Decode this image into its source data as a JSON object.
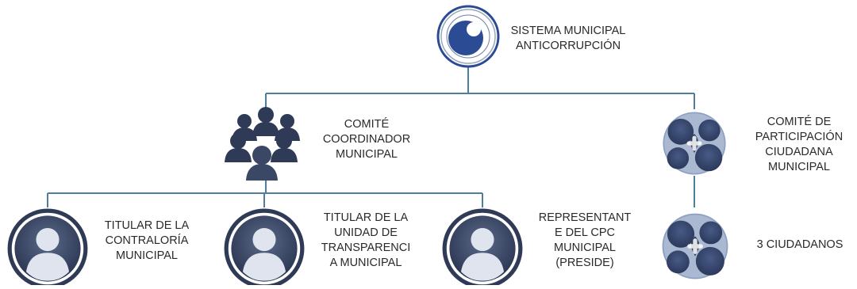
{
  "root": {
    "label": [
      "SISTEMA MUNICIPAL",
      "ANTICORRUPCIÓN"
    ],
    "icon": "eye-icon"
  },
  "committee": {
    "label": [
      "COMITÉ",
      "COORDINADOR",
      "MUNICIPAL"
    ],
    "icon": "group-icon"
  },
  "cpc": {
    "label": [
      "COMITÉ DE",
      "PARTICIPACIÓN",
      "CIUDADANA",
      "MUNICIPAL"
    ],
    "icon": "participation-icon"
  },
  "members": [
    {
      "label": [
        "TITULAR DE LA",
        "CONTRALORÍA",
        "MUNICIPAL"
      ],
      "icon": "person-icon"
    },
    {
      "label": [
        "TITULAR DE LA",
        "UNIDAD DE",
        "TRANSPARENCI",
        "A MUNICIPAL"
      ],
      "icon": "person-icon"
    },
    {
      "label": [
        "REPRESENTANT",
        "E DEL CPC",
        "MUNICIPAL",
        "(PRESIDE)"
      ],
      "icon": "person-icon"
    }
  ],
  "citizens": {
    "label": [
      "3 CIUDADANOS"
    ],
    "icon": "participation-icon"
  },
  "colors": {
    "connector": "#4f7d9c",
    "icon_dark": "#2e3a56",
    "icon_blue": "#2b4c94",
    "icon_light": "#8ea0c2",
    "text": "#2a2a2a"
  }
}
